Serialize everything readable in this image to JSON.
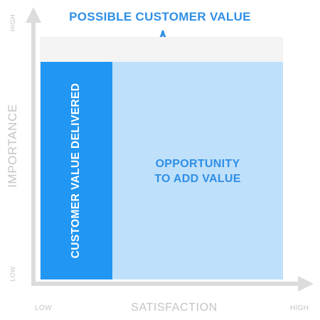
{
  "title": "POSSIBLE CUSTOMER VALUE",
  "regions": {
    "delivered": "CUSTOMER VALUE DELIVERED",
    "opportunity": "OPPORTUNITY\nTO ADD VALUE"
  },
  "y_axis": {
    "title": "IMPORTANCE",
    "high": "HIGH",
    "low": "LOW"
  },
  "x_axis": {
    "title": "SATISFACTION",
    "low": "LOW",
    "high": "HIGH"
  },
  "colors": {
    "delivered": "#2196f3",
    "opportunity": "#bfe0fb",
    "possible_background": "#f4f4f4",
    "accent_text": "#2f8fe6",
    "axis": "#dcdcdc",
    "axis_text": "#c4c4c4"
  }
}
